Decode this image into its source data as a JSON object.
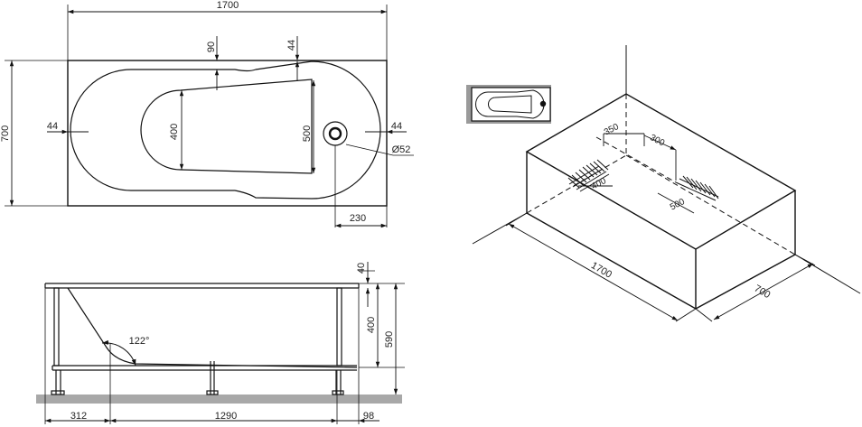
{
  "colors": {
    "line": "#111111",
    "thumb_frame": "#9a9a9a",
    "floor": "#a8a8a8",
    "background": "#ffffff"
  },
  "top_view": {
    "overall_length": "1700",
    "overall_width": "700",
    "rim_left": "44",
    "rim_right": "44",
    "rim_top_left": "90",
    "rim_top_right": "44",
    "inner_width_left": "400",
    "inner_width_right": "500",
    "drain_offset": "230",
    "drain_diameter": "Ø52"
  },
  "side_view": {
    "rim_thickness": "40",
    "depth": "400",
    "total_height": "590",
    "backrest_angle": "122°",
    "left_offset": "312",
    "bottom_length": "1290",
    "right_offset": "98"
  },
  "iso_view": {
    "length": "1700",
    "width": "700",
    "leg_distance_1": "350",
    "leg_distance_2": "300",
    "pad_width_1": "400",
    "pad_width_2": "500"
  }
}
